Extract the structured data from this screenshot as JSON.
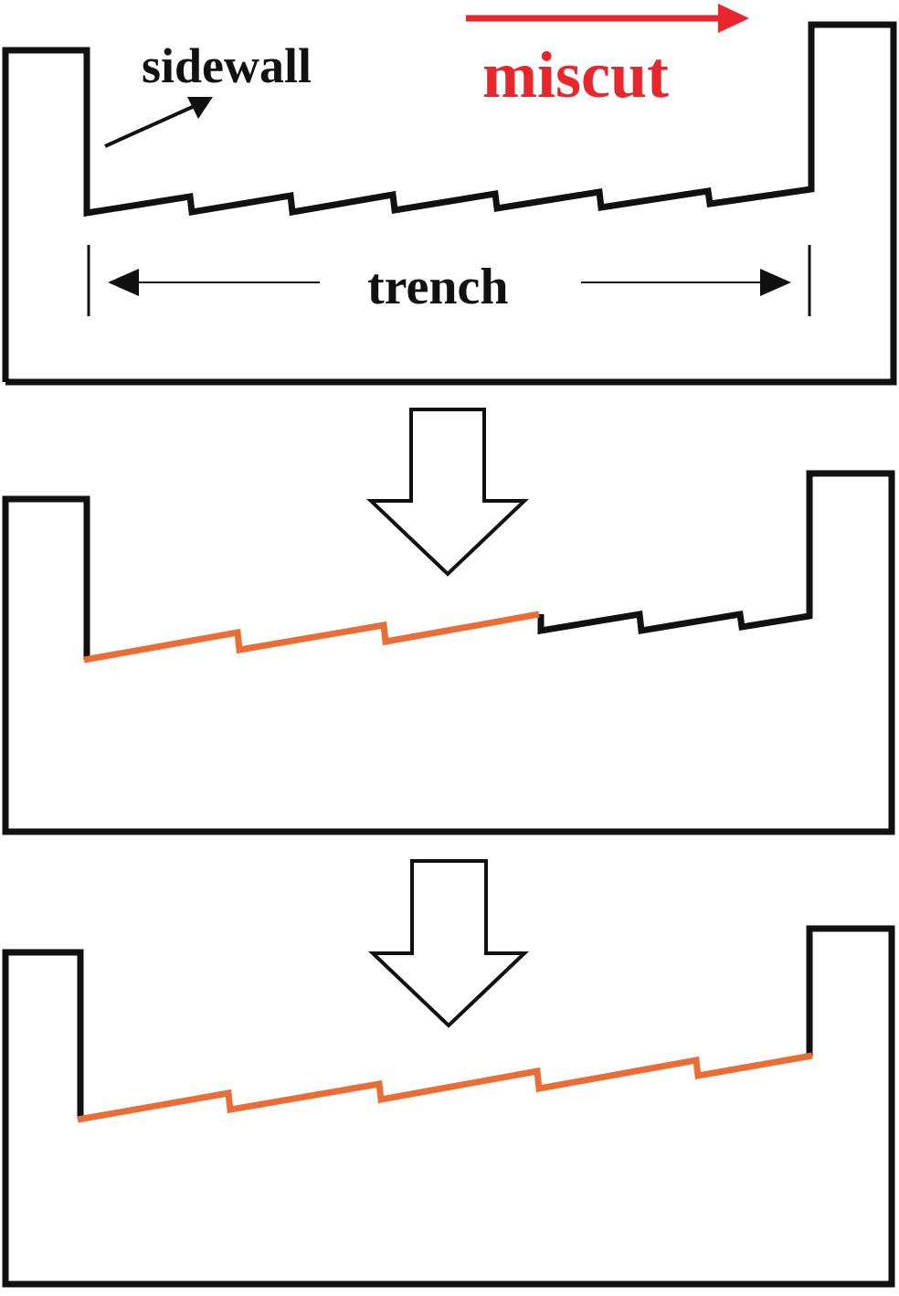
{
  "labels": {
    "sidewall": "sidewall",
    "miscut": "miscut",
    "trench": "trench"
  },
  "colors": {
    "outline": "#111111",
    "miscut": "#e8262b",
    "coverage": "#e96d35"
  }
}
